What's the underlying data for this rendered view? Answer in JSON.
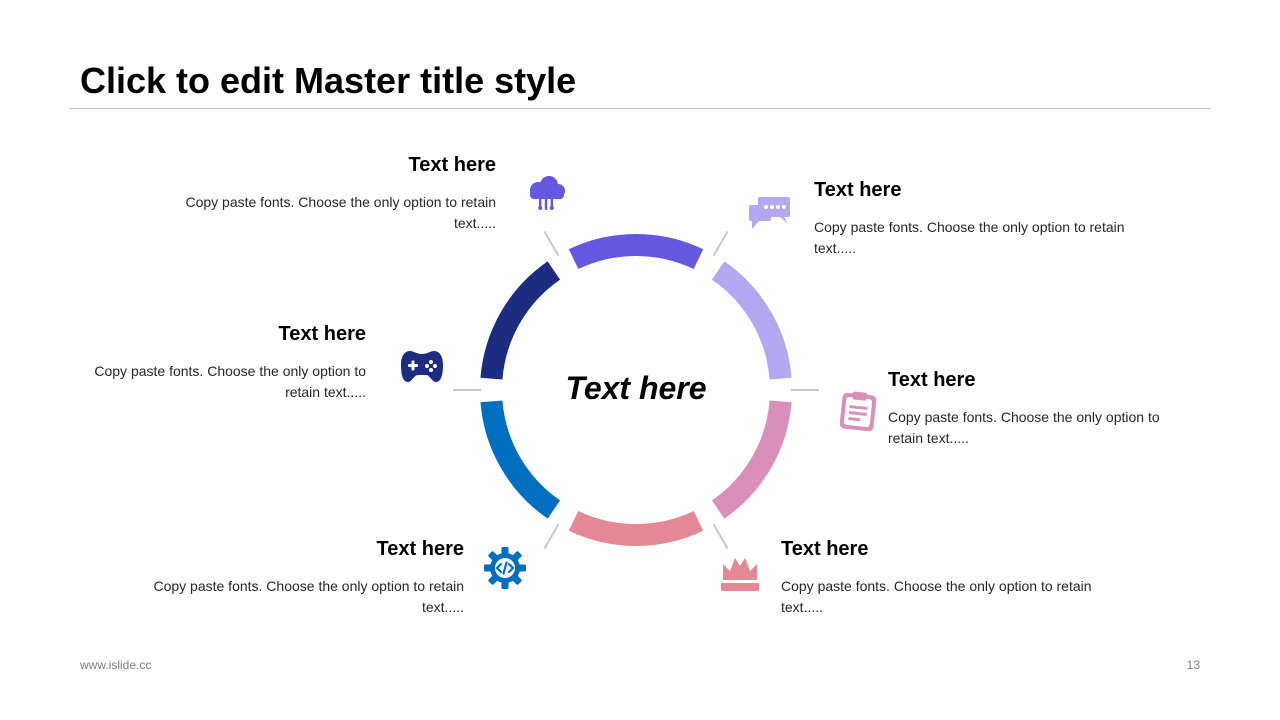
{
  "slide": {
    "title": "Click to edit Master title style",
    "center_text": "Text here",
    "footer_url": "www.islide.cc",
    "page_number": "13"
  },
  "segments": [
    {
      "color": "#6558e0"
    },
    {
      "color": "#b4a8f2"
    },
    {
      "color": "#d98fba"
    },
    {
      "color": "#e38894"
    },
    {
      "color": "#006fc0"
    },
    {
      "color": "#1c2c80"
    }
  ],
  "items": [
    {
      "heading": "Text here",
      "body": "Copy paste fonts. Choose the only option to retain text.....",
      "icon": "cloud-computing-icon",
      "color": "#6558e0"
    },
    {
      "heading": "Text here",
      "body": "Copy paste fonts. Choose the only option to retain text.....",
      "icon": "chat-bubble-icon",
      "color": "#b4a8f2"
    },
    {
      "heading": "Text here",
      "body": "Copy paste fonts. Choose the only option to retain text.....",
      "icon": "clipboard-icon",
      "color": "#d98fba"
    },
    {
      "heading": "Text here",
      "body": "Copy paste fonts. Choose the only option to retain text.....",
      "icon": "crown-icon",
      "color": "#e38894"
    },
    {
      "heading": "Text here",
      "body": "Copy paste fonts. Choose the only option to retain text.....",
      "icon": "code-gear-icon",
      "color": "#006fc0"
    },
    {
      "heading": "Text here",
      "body": "Copy paste fonts. Choose the only option to retain text.....",
      "icon": "gamepad-icon",
      "color": "#1c2c80"
    }
  ]
}
